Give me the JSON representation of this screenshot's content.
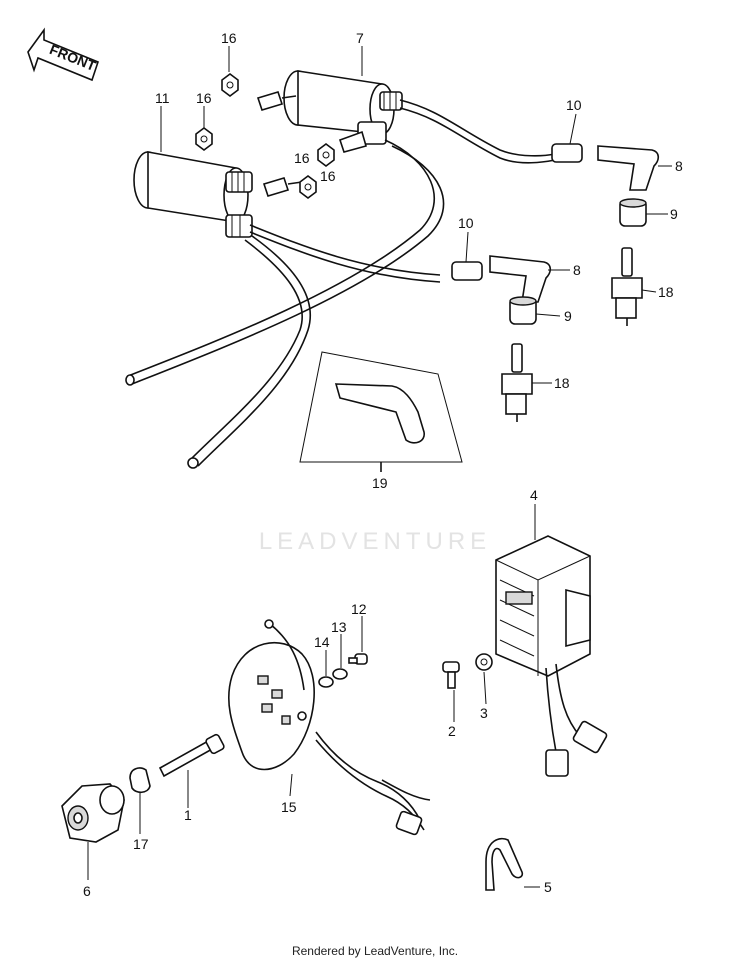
{
  "front_arrow_label": "FRONT",
  "watermark": "LEADVENTURE",
  "footer": "Rendered by LeadVenture, Inc.",
  "callouts": {
    "c1": "1",
    "c2": "2",
    "c3": "3",
    "c4": "4",
    "c5": "5",
    "c6": "6",
    "c7": "7",
    "c8a": "8",
    "c8b": "8",
    "c9a": "9",
    "c9b": "9",
    "c10a": "10",
    "c10b": "10",
    "c11": "11",
    "c12": "12",
    "c13": "13",
    "c14": "14",
    "c15": "15",
    "c16a": "16",
    "c16b": "16",
    "c16c": "16",
    "c16d": "16",
    "c17": "17",
    "c18a": "18",
    "c18b": "18",
    "c19": "19"
  }
}
